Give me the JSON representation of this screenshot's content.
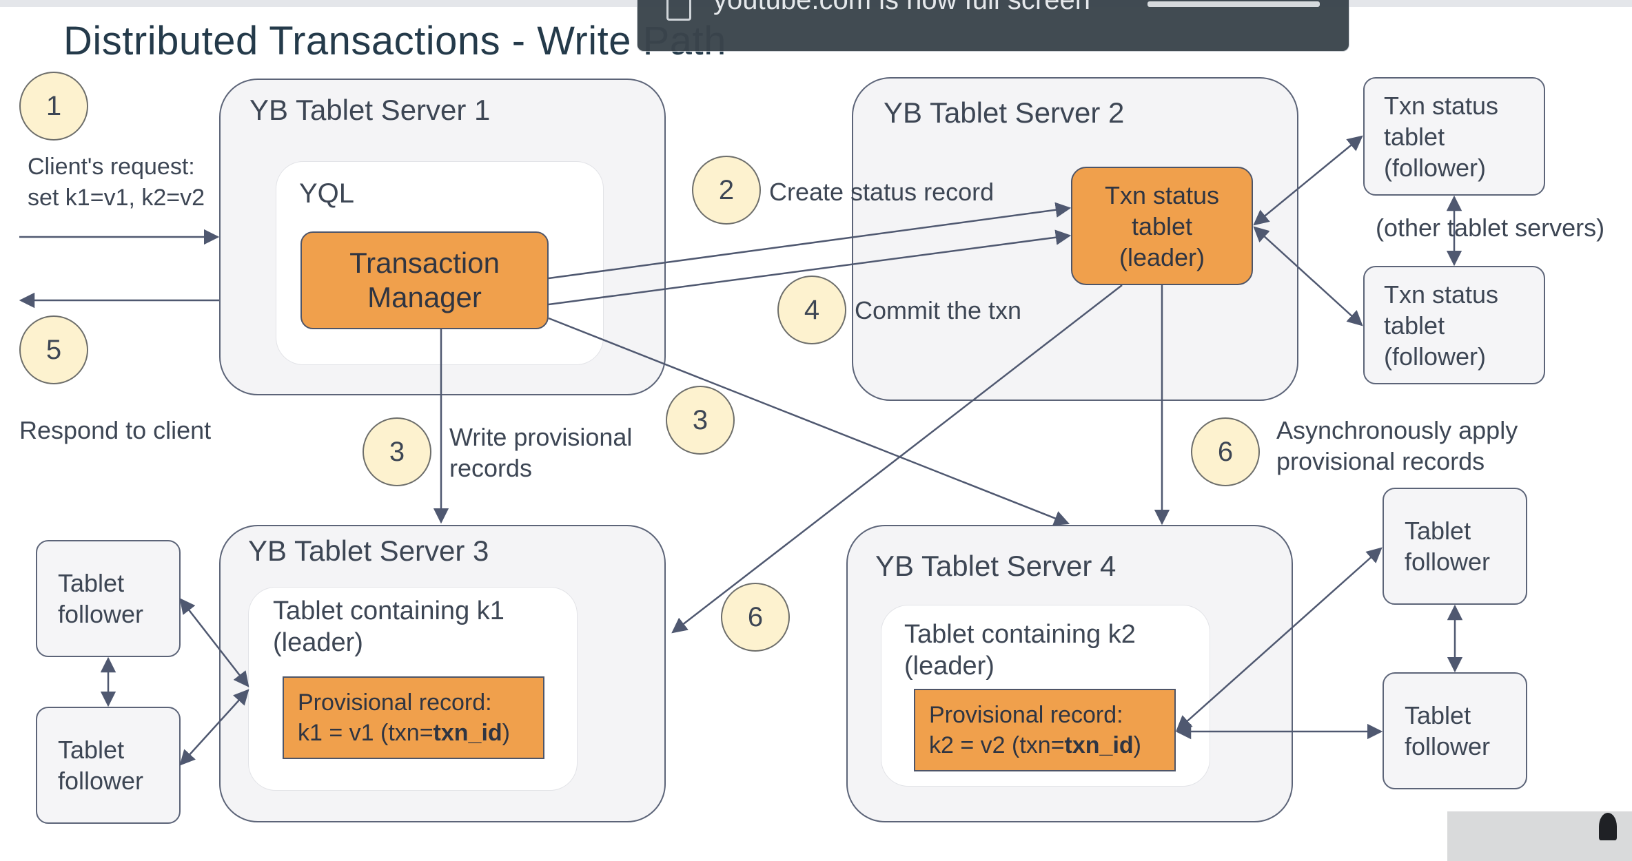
{
  "slide": {
    "title": "Distributed Transactions - Write Path"
  },
  "toast": {
    "text": "youtube.com is now full screen"
  },
  "servers": {
    "s1": {
      "label": "YB Tablet Server 1",
      "inner_label": "YQL",
      "box": "Transaction Manager"
    },
    "s2": {
      "label": "YB Tablet Server 2",
      "box": "Txn status tablet (leader)"
    },
    "s3": {
      "label": "YB Tablet Server 3",
      "inner_label": "Tablet containing k1 (leader)",
      "record_title": "Provisional record:",
      "record_prefix": "k1 = v1 (txn=",
      "record_id": "txn_id",
      "record_suffix": ")"
    },
    "s4": {
      "label": "YB Tablet Server 4",
      "inner_label": "Tablet containing k2 (leader)",
      "record_title": "Provisional record:",
      "record_prefix": "k2 = v2 (txn=",
      "record_id": "txn_id",
      "record_suffix": ")"
    }
  },
  "status_followers": {
    "top": "Txn status tablet (follower)",
    "bottom": "Txn status tablet (follower)",
    "note": "(other tablet servers)"
  },
  "followers": {
    "left_top": "Tablet follower",
    "left_bottom": "Tablet follower",
    "right_top": "Tablet follower",
    "right_bottom": "Tablet follower"
  },
  "steps": {
    "s1": {
      "num": "1",
      "text": "Client's request: set k1=v1, k2=v2"
    },
    "s2": {
      "num": "2",
      "text": "Create status record"
    },
    "s3a": {
      "num": "3",
      "text": "Write provisional records"
    },
    "s3b": {
      "num": "3"
    },
    "s4": {
      "num": "4",
      "text": "Commit the txn"
    },
    "s5": {
      "num": "5",
      "text": "Respond to client"
    },
    "s6a": {
      "num": "6"
    },
    "s6b": {
      "num": "6",
      "text": "Asynchronously apply provisional records"
    }
  }
}
